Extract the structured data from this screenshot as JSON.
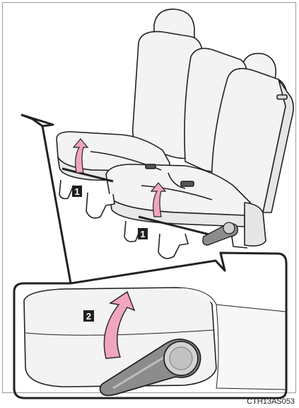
{
  "figure": {
    "code": "CTH13AS053",
    "steps": {
      "lever_left": "1",
      "lever_right": "1",
      "recline": "2"
    },
    "colors": {
      "arrow": "#f0a6bf",
      "line": "#222222",
      "seat_shade": "#f3f3f3",
      "lever": "#8c8c8c",
      "frame_gray": "#9a9a9a"
    }
  }
}
